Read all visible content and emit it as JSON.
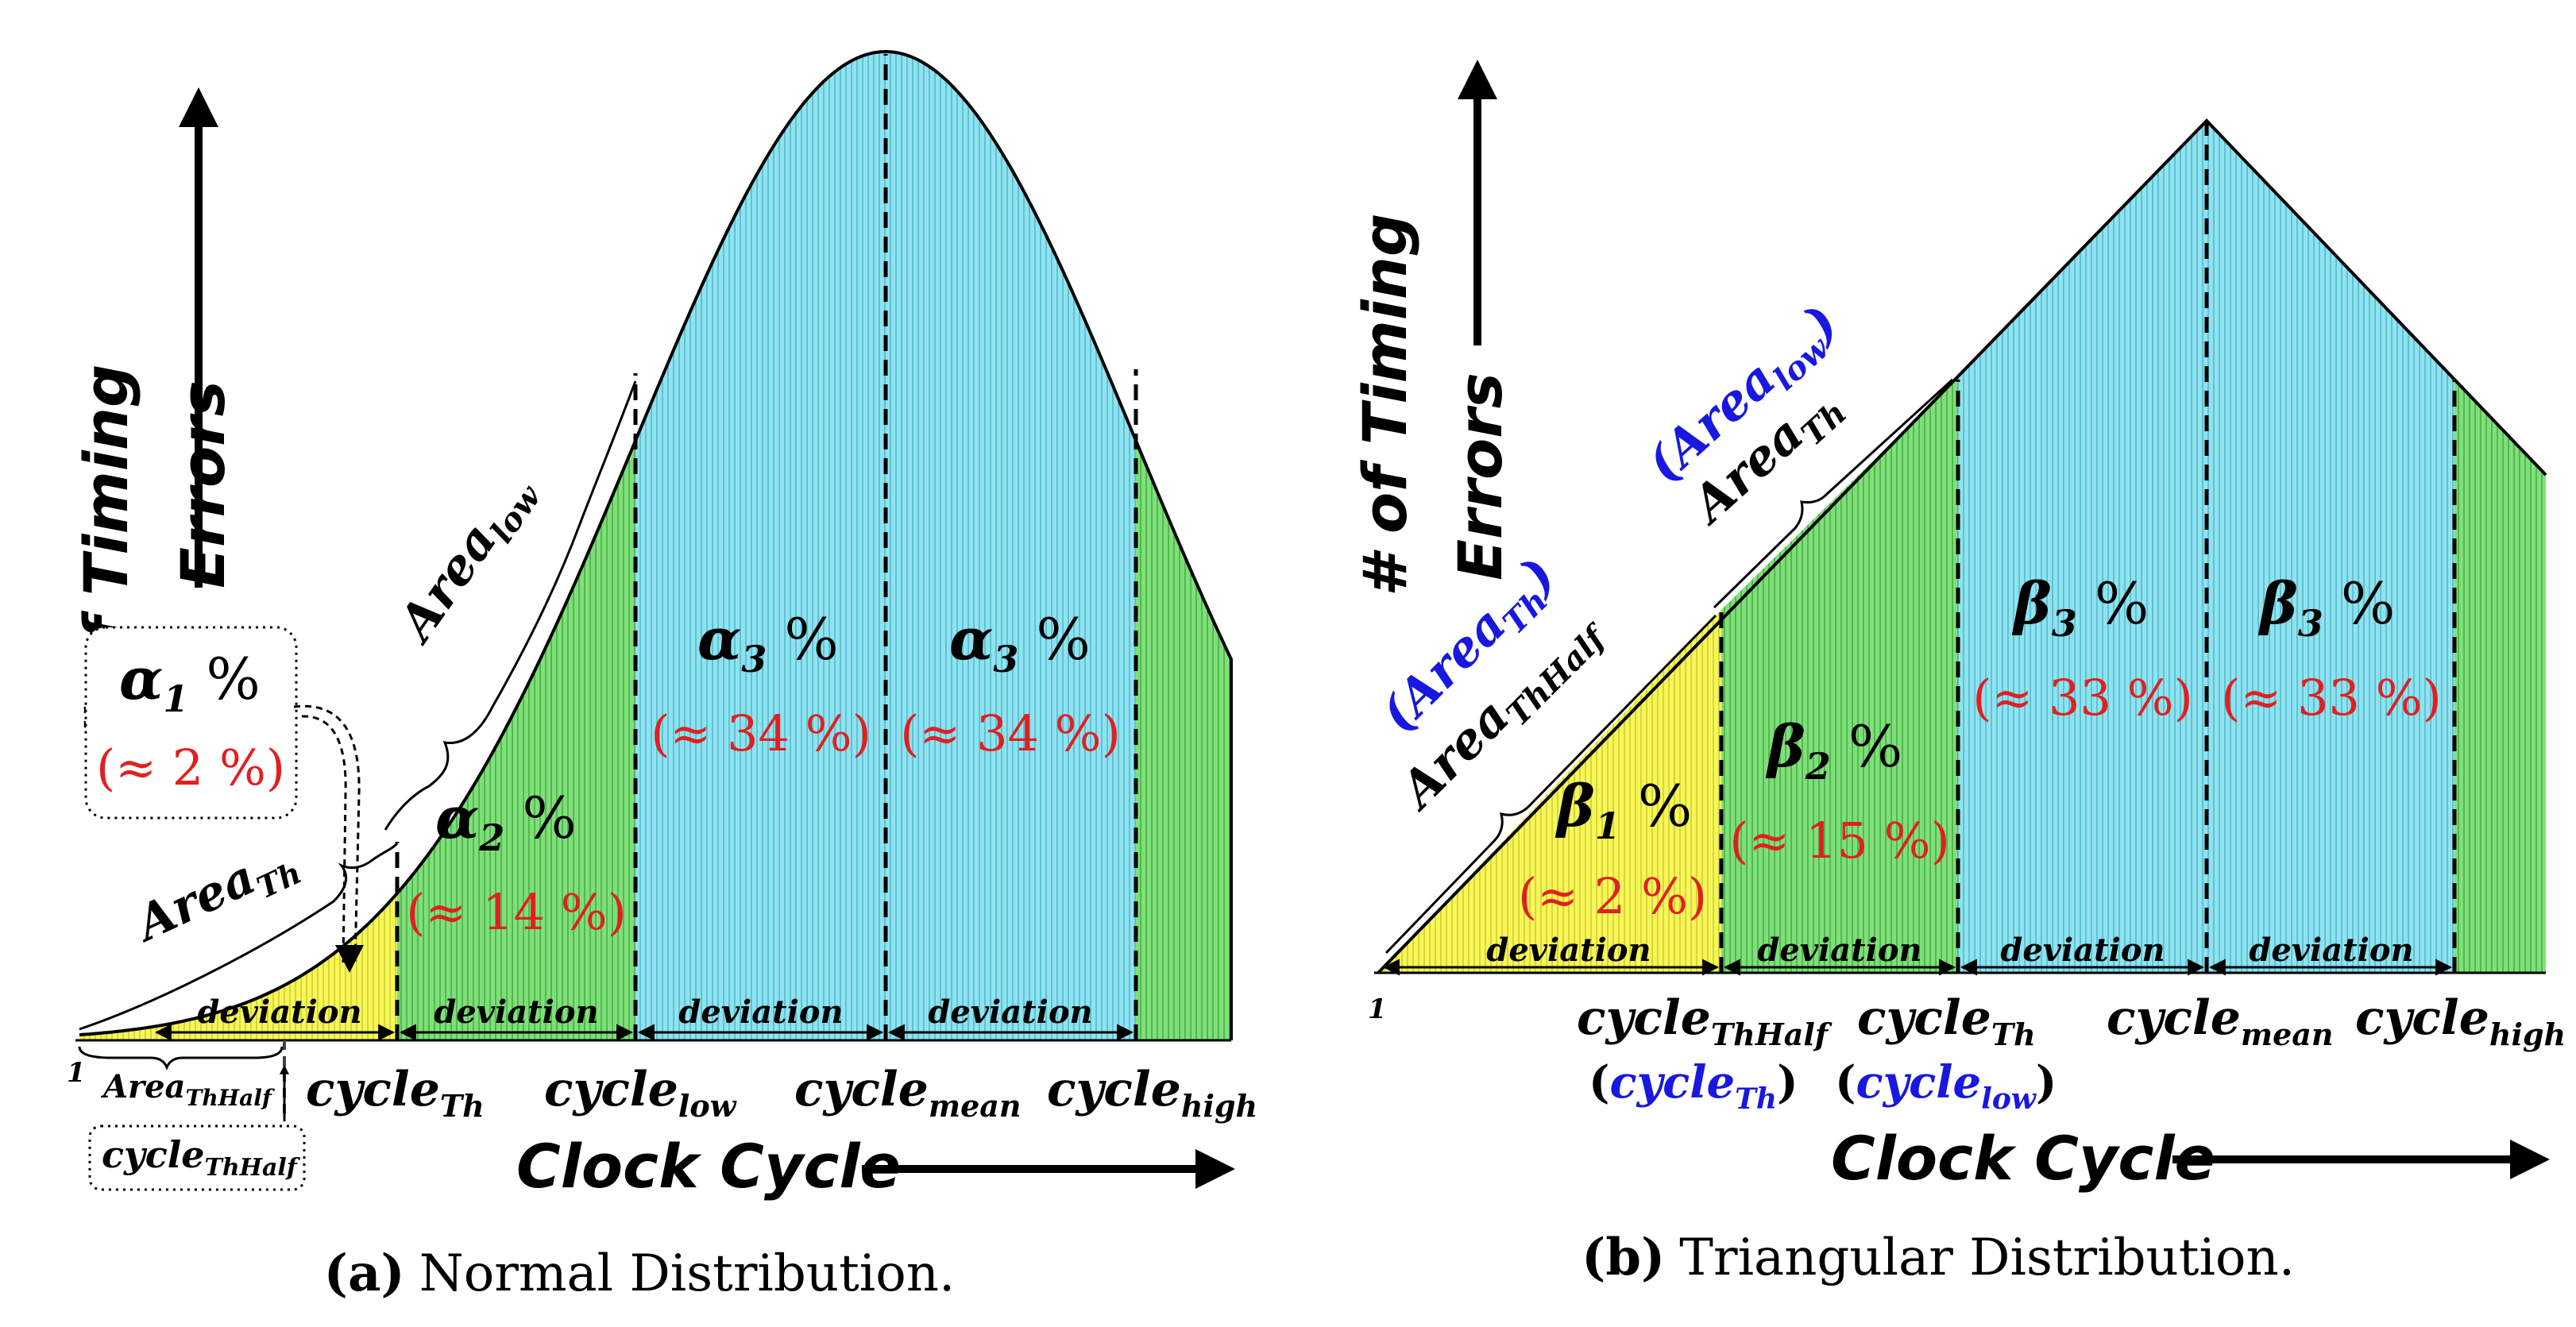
{
  "colors": {
    "yellow": "#f7f75a",
    "green": "#7fe07a",
    "cyan": "#8fe3f0",
    "red": "#e02020",
    "blue": "#1818e0",
    "black": "#000000"
  },
  "panel_a": {
    "caption_letter": "(a)",
    "caption_text": "Normal Distribution.",
    "y_label_line1": "# of Timing",
    "y_label_line2": "Errors",
    "x_label": "Clock Cycle",
    "origin_label": "1",
    "alpha1": {
      "sym": "α",
      "sub": "1",
      "pct": "%",
      "approx": "(≈ 2 %)"
    },
    "alpha2": {
      "sym": "α",
      "sub": "2",
      "pct": "%",
      "approx": "(≈ 14 %)"
    },
    "alpha3_left": {
      "sym": "α",
      "sub": "3",
      "pct": "%",
      "approx": "(≈ 34 %)"
    },
    "alpha3_right": {
      "sym": "α",
      "sub": "3",
      "pct": "%",
      "approx": "(≈ 34 %)"
    },
    "area_th": {
      "base": "Area",
      "sub": "Th"
    },
    "area_low": {
      "base": "Area",
      "sub": "low"
    },
    "area_thhalf": {
      "base": "Area",
      "sub": "ThHalf"
    },
    "cycle_thhalf": {
      "base": "cycle",
      "sub": "ThHalf"
    },
    "deviation": "deviation",
    "ticks": [
      {
        "base": "cycle",
        "sub": "Th"
      },
      {
        "base": "cycle",
        "sub": "low"
      },
      {
        "base": "cycle",
        "sub": "mean"
      },
      {
        "base": "cycle",
        "sub": "high"
      }
    ]
  },
  "panel_b": {
    "caption_letter": "(b)",
    "caption_text": "Triangular Distribution.",
    "y_label_line1": "# of Timing",
    "y_label_line2": "Errors",
    "x_label": "Clock Cycle",
    "origin_label": "1",
    "beta1": {
      "sym": "β",
      "sub": "1",
      "pct": "%",
      "approx": "(≈ 2 %)"
    },
    "beta2": {
      "sym": "β",
      "sub": "2",
      "pct": "%",
      "approx": "(≈ 15 %)"
    },
    "beta3_left": {
      "sym": "β",
      "sub": "3",
      "pct": "%",
      "approx": "(≈ 33 %)"
    },
    "beta3_right": {
      "sym": "β",
      "sub": "3",
      "pct": "%",
      "approx": "(≈ 33 %)"
    },
    "area_thhalf": {
      "base": "Area",
      "sub": "ThHalf"
    },
    "area_thhalf_paren": {
      "open": "(",
      "base": "Area",
      "sub": "Th",
      "close": ")"
    },
    "area_th": {
      "base": "Area",
      "sub": "Th"
    },
    "area_th_paren": {
      "open": "(",
      "base": "Area",
      "sub": "low",
      "close": ")"
    },
    "deviation": "deviation",
    "ticks": [
      {
        "base": "cycle",
        "sub": "ThHalf",
        "paren": {
          "open": "(",
          "base": "cycle",
          "sub": "Th",
          "close": ")"
        }
      },
      {
        "base": "cycle",
        "sub": "Th",
        "paren": {
          "open": "(",
          "base": "cycle",
          "sub": "low",
          "close": ")"
        }
      },
      {
        "base": "cycle",
        "sub": "mean"
      },
      {
        "base": "cycle",
        "sub": "high"
      }
    ]
  }
}
